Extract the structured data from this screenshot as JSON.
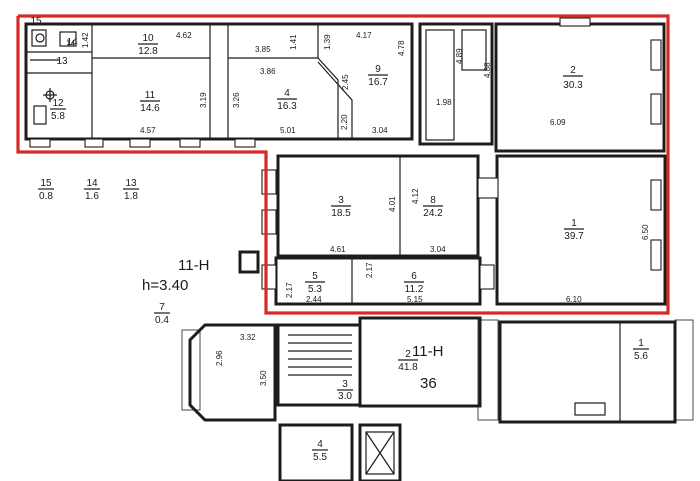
{
  "plan": {
    "section_label": "11-Н",
    "height_label": "h=3.40",
    "section_label_2": "11-Н",
    "entrance_number": "36",
    "rooms": [
      {
        "id": "r10",
        "num": "10",
        "area": "12.8"
      },
      {
        "id": "r11",
        "num": "11",
        "area": "14.6"
      },
      {
        "id": "r12",
        "num": "12",
        "area": "5.8"
      },
      {
        "id": "r13",
        "num": "13",
        "area": ""
      },
      {
        "id": "r14",
        "num": "14",
        "area": ""
      },
      {
        "id": "r15",
        "num": "15",
        "area": ""
      },
      {
        "id": "r4",
        "num": "4",
        "area": "16.3"
      },
      {
        "id": "r9",
        "num": "9",
        "area": "16.7"
      },
      {
        "id": "r2",
        "num": "2",
        "area": "30.3"
      },
      {
        "id": "r3",
        "num": "3",
        "area": "18.5"
      },
      {
        "id": "r8",
        "num": "8",
        "area": "24.2"
      },
      {
        "id": "r1",
        "num": "1",
        "area": "39.7"
      },
      {
        "id": "r5",
        "num": "5",
        "area": "5.3"
      },
      {
        "id": "r6",
        "num": "6",
        "area": "11.2"
      },
      {
        "id": "e15",
        "num": "15",
        "area": "0.8"
      },
      {
        "id": "e14",
        "num": "14",
        "area": "1.6"
      },
      {
        "id": "e13",
        "num": "13",
        "area": "1.8"
      },
      {
        "id": "e7",
        "num": "7",
        "area": "0.4"
      },
      {
        "id": "b2",
        "num": "2",
        "area": "41.8"
      },
      {
        "id": "b3",
        "num": "3",
        "area": "3.0"
      },
      {
        "id": "b4",
        "num": "4",
        "area": "5.5"
      },
      {
        "id": "b1",
        "num": "1",
        "area": "5.6"
      }
    ],
    "dimensions": {
      "d_462": "4.62",
      "d_142": "1.42",
      "d_14": "14",
      "d_385": "3.85",
      "d_141": "1.41",
      "d_139": "1.39",
      "d_417": "4.17",
      "d_478": "4.78",
      "d_489": "4.89",
      "d_488": "4.88",
      "d_386": "3.86",
      "d_245": "2.45",
      "d_326": "3.26",
      "d_319": "3.19",
      "d_457": "4.57",
      "d_501": "5.01",
      "d_220": "2.20",
      "d_304a": "3.04",
      "d_198": "1.98",
      "d_609": "6.09",
      "d_412": "4.12",
      "d_401": "4.01",
      "d_461": "4.61",
      "d_304b": "3.04",
      "d_650": "6.50",
      "d_217a": "2.17",
      "d_217b": "2.17",
      "d_244": "2.44",
      "d_515": "5.15",
      "d_610": "6.10",
      "d_332": "3.32",
      "d_296": "2.96",
      "d_350": "3.50"
    }
  }
}
